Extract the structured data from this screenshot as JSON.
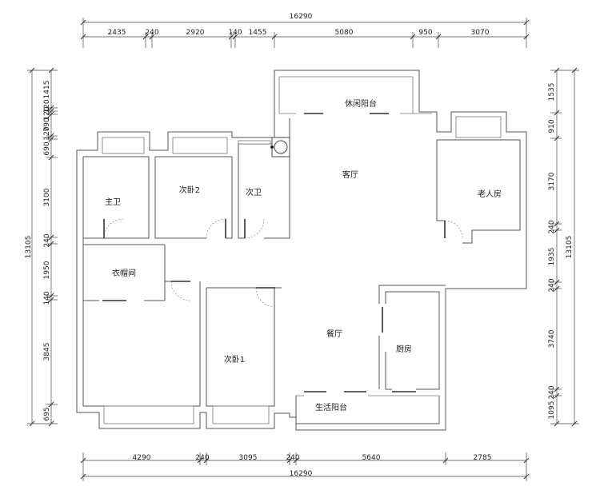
{
  "top_dimensions": {
    "total": "16290",
    "segments": [
      "2435",
      "240",
      "2920",
      "140",
      "1455",
      "5080",
      "950",
      "3070"
    ]
  },
  "bottom_dimensions": {
    "total": "16290",
    "segments": [
      "4290",
      "240",
      "3095",
      "240",
      "5640",
      "2785"
    ]
  },
  "left_dimensions": {
    "total": "13105",
    "segments": [
      "1415",
      "120",
      "120",
      "790",
      "120",
      "690",
      "3100",
      "240",
      "1950",
      "140",
      "3845",
      "695"
    ]
  },
  "right_dimensions": {
    "total": "13105",
    "segments": [
      "1535",
      "910",
      "3170",
      "240",
      "1935",
      "240",
      "3740",
      "240",
      "1095"
    ]
  },
  "rooms": {
    "master_bath": "主卫",
    "bedroom2": "次卧2",
    "second_bath": "次卫",
    "living_room": "客厅",
    "leisure_balcony": "休闲阳台",
    "elder_room": "老人房",
    "cloakroom": "衣帽间",
    "bedroom1": "次卧1",
    "dining_room": "餐厅",
    "kitchen": "厨房",
    "utility_balcony": "生活阳台"
  }
}
